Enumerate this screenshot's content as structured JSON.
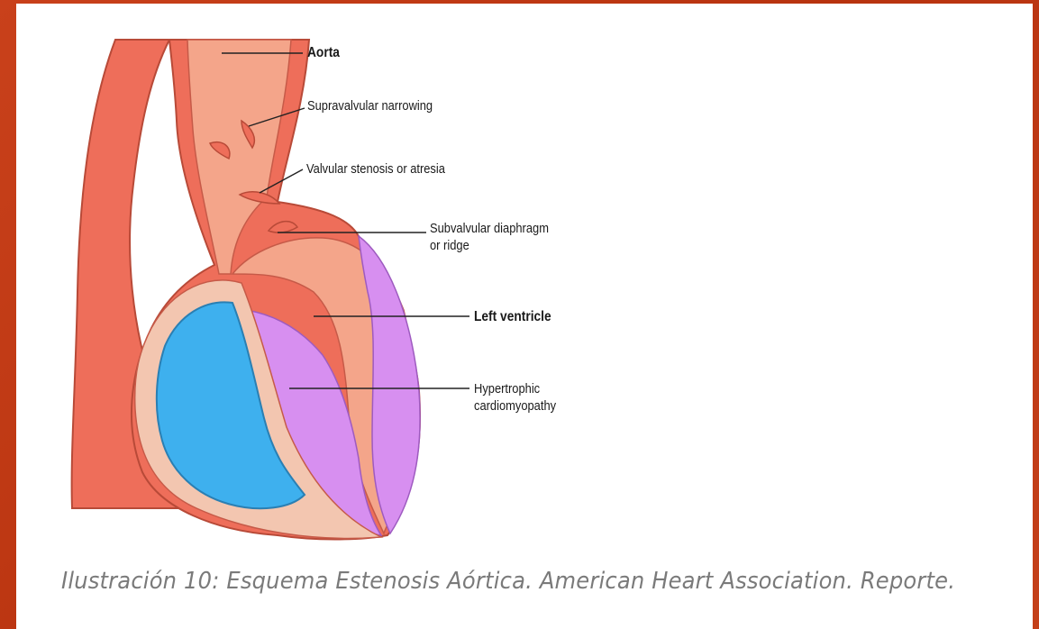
{
  "labels": {
    "aorta": "Aorta",
    "supravalvular": "Supravalvular narrowing",
    "valvular": "Valvular stenosis or atresia",
    "subvalvular": "Subvalvular diaphragm\nor ridge",
    "left_ventricle": "Left ventricle",
    "hypertrophic": "Hypertrophic\ncardiomyopathy"
  },
  "caption": "Ilustración 10: Esquema Estenosis Aórtica. American Heart Association. Reporte.",
  "colors": {
    "background": "#c4401a",
    "wall": "#ee6e5a",
    "inner": "#f4a58a",
    "ventricle_purple": "#d78ff0",
    "chamber_blue": "#3eb0ee",
    "myocardium": "#f3c6b0"
  }
}
